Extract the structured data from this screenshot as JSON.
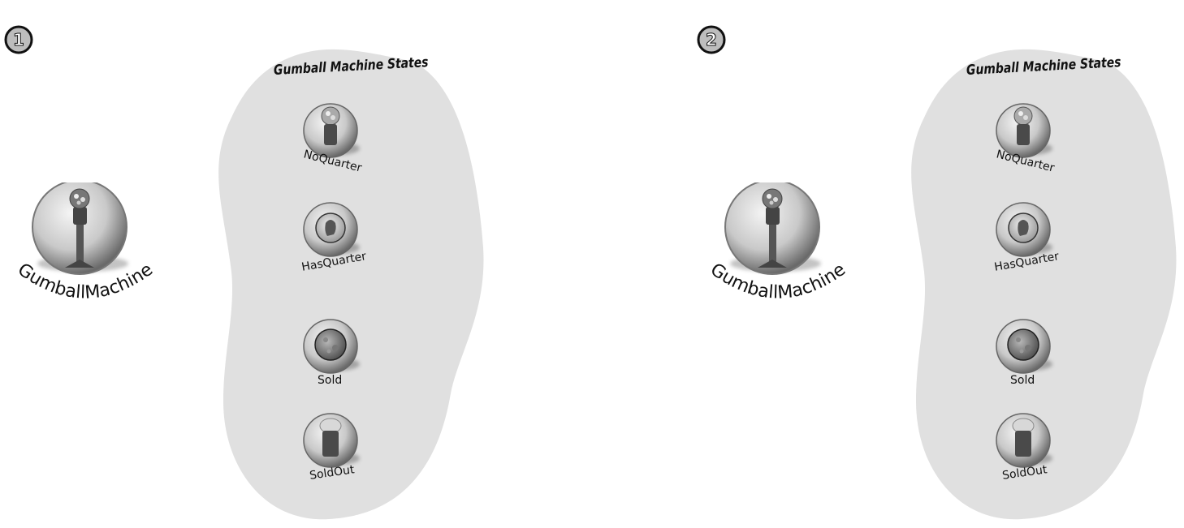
{
  "panels": [
    {
      "step": "1",
      "machine_label": "GumballMachine",
      "states_title": "Gumball Machine States",
      "states": [
        {
          "label": "NoQuarter",
          "icon": "gumball-machine-icon"
        },
        {
          "label": "HasQuarter",
          "icon": "quarter-coin-icon"
        },
        {
          "label": "Sold",
          "icon": "gumball-icon"
        },
        {
          "label": "SoldOut",
          "icon": "empty-machine-icon"
        }
      ]
    },
    {
      "step": "2",
      "machine_label": "GumballMachine",
      "states_title": "Gumball Machine States",
      "states": [
        {
          "label": "NoQuarter",
          "icon": "gumball-machine-icon"
        },
        {
          "label": "HasQuarter",
          "icon": "quarter-coin-icon"
        },
        {
          "label": "Sold",
          "icon": "gumball-icon"
        },
        {
          "label": "SoldOut",
          "icon": "empty-machine-icon"
        }
      ]
    }
  ],
  "colors": {
    "region_fill": "#e0e0e0",
    "badge_fill": "#bdbdbd",
    "ink": "#111111"
  }
}
